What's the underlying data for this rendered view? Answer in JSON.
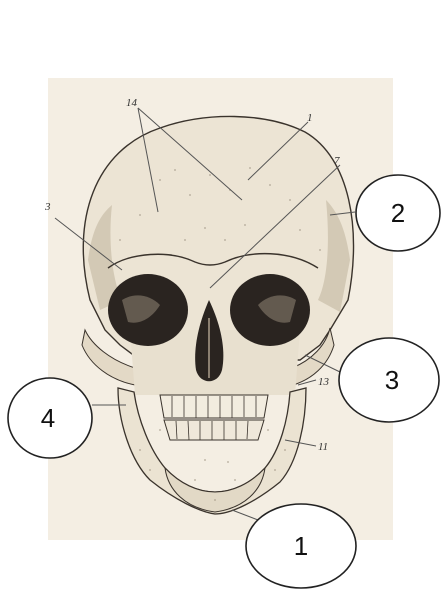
{
  "figure": {
    "small_labels": {
      "label_14": "14",
      "label_1": "1",
      "label_7": "7",
      "label_3": "3",
      "label_13": "13",
      "label_11": "11"
    },
    "callouts": {
      "callout_1": "1",
      "callout_2": "2",
      "callout_3": "3",
      "callout_4": "4"
    },
    "colors": {
      "paper": "#f4eee3",
      "bone": "#ece4d4",
      "shadow": "#2a2420",
      "ink": "#3a332c"
    }
  }
}
